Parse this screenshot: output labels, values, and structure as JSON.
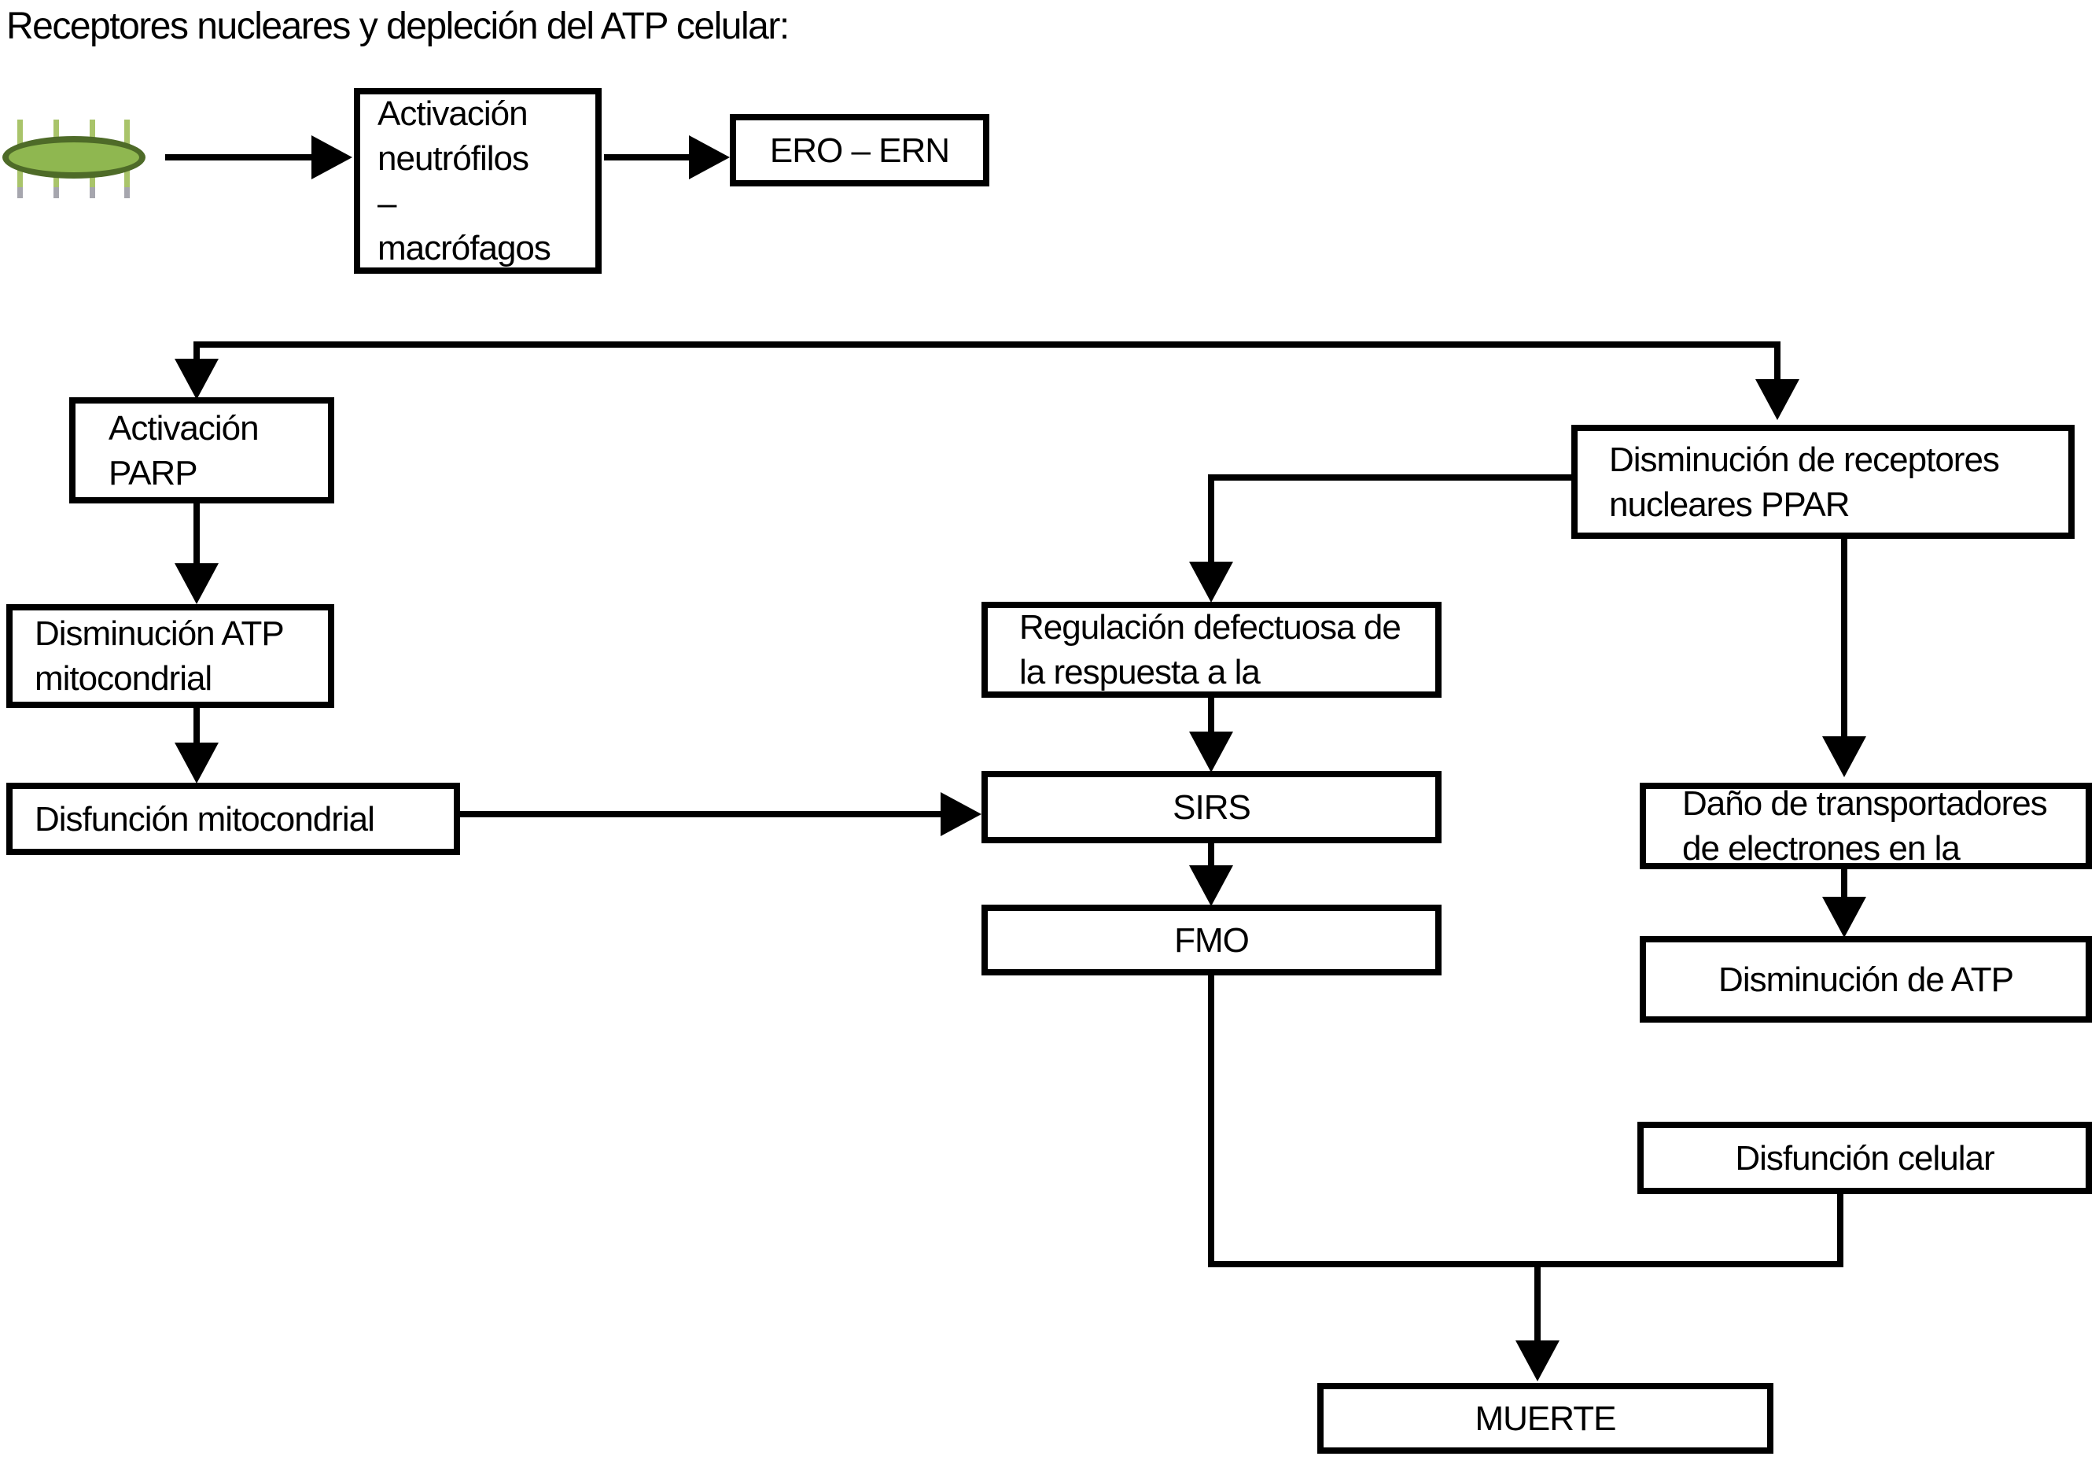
{
  "title": "Receptores nucleares y depleción del ATP celular:",
  "diagram": {
    "type": "flowchart",
    "background": "#ffffff",
    "line_color": "#000000",
    "icon": {
      "name": "bacteria-icon",
      "body_fill": "#8fb750",
      "body_stroke": "#4e6b28",
      "pili_color": "#a9c46a",
      "pili_tip_color": "#a6a6ae"
    },
    "nodes": {
      "activacion_neutrofilos": "Activación\nneutrófilos\n–\nmacrófagos",
      "ero_ern": "ERO – ERN",
      "activacion_parp": "Activación\nPARP",
      "disminucion_atp_mitocondrial": "Disminución ATP\nmitocondrial",
      "disfuncion_mitocondrial": "Disfunción mitocondrial",
      "regulacion_defectuosa": "Regulación defectuosa de\nla respuesta a la",
      "sirs": "SIRS",
      "fmo": "FMO",
      "disminucion_receptores_ppar": "Disminución de receptores\nnucleares PPAR",
      "dano_transportadores": "Daño de transportadores\nde electrones en la",
      "disminucion_de_atp": "Disminución de ATP",
      "disfuncion_celular": "Disfunción celular",
      "muerte": "MUERTE"
    },
    "edges": [
      {
        "from": "bacteria-icon",
        "to": "activacion_neutrofilos"
      },
      {
        "from": "activacion_neutrofilos",
        "to": "ero_ern"
      },
      {
        "from": "branch-line",
        "to": "activacion_parp"
      },
      {
        "from": "branch-line",
        "to": "disminucion_receptores_ppar"
      },
      {
        "from": "activacion_parp",
        "to": "disminucion_atp_mitocondrial"
      },
      {
        "from": "disminucion_atp_mitocondrial",
        "to": "disfuncion_mitocondrial"
      },
      {
        "from": "disfuncion_mitocondrial",
        "to": "sirs"
      },
      {
        "from": "disminucion_receptores_ppar",
        "to": "regulacion_defectuosa"
      },
      {
        "from": "regulacion_defectuosa",
        "to": "sirs"
      },
      {
        "from": "sirs",
        "to": "fmo"
      },
      {
        "from": "disminucion_receptores_ppar",
        "to": "dano_transportadores"
      },
      {
        "from": "dano_transportadores",
        "to": "disminucion_de_atp"
      },
      {
        "from": "fmo",
        "to": "muerte"
      },
      {
        "from": "disfuncion_celular",
        "to": "muerte"
      }
    ]
  }
}
